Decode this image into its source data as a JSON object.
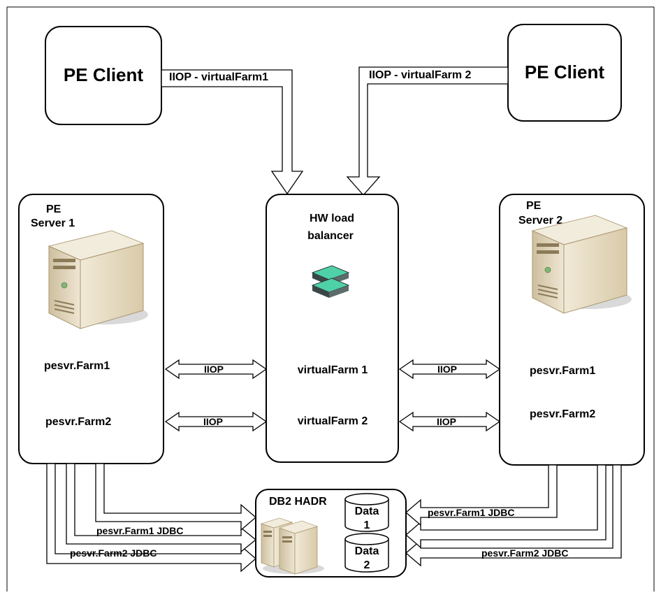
{
  "colors": {
    "frame": "#000000",
    "box_fill": "#ffffff",
    "server_body": "#e8dcc4",
    "server_shade": "#c9b894",
    "server_dark": "#9f8d6a",
    "lb_green": "#4fd1a8",
    "lb_dark": "#3a4747"
  },
  "clients": {
    "left": {
      "label": "PE Client",
      "link_label": "IIOP - virtualFarm1"
    },
    "right": {
      "label": "PE Client",
      "link_label": "IIOP - virtualFarm 2"
    }
  },
  "server1": {
    "title_line1": "PE",
    "title_line2": "Server 1",
    "farm1": "pesvr.Farm1",
    "farm2": "pesvr.Farm2",
    "icon": "tower-server-icon"
  },
  "server2": {
    "title_line1": "PE",
    "title_line2": "Server 2",
    "farm1": "pesvr.Farm1",
    "farm2": "pesvr.Farm2",
    "icon": "tower-server-icon"
  },
  "load_balancer": {
    "title_line1": "HW load",
    "title_line2": "balancer",
    "vfarm1": "virtualFarm 1",
    "vfarm2": "virtualFarm 2",
    "icon": "load-balancer-icon"
  },
  "links": {
    "iiop": "IIOP"
  },
  "database": {
    "title": "DB2 HADR",
    "data1_line1": "Data",
    "data1_line2": "1",
    "data2_line1": "Data",
    "data2_line2": "2",
    "icon": "db-servers-icon"
  },
  "jdbc": {
    "left_farm1": "pesvr.Farm1 JDBC",
    "left_farm2": "pesvr.Farm2 JDBC",
    "right_farm1": "pesvr.Farm1 JDBC",
    "right_farm2": "pesvr.Farm2 JDBC"
  }
}
